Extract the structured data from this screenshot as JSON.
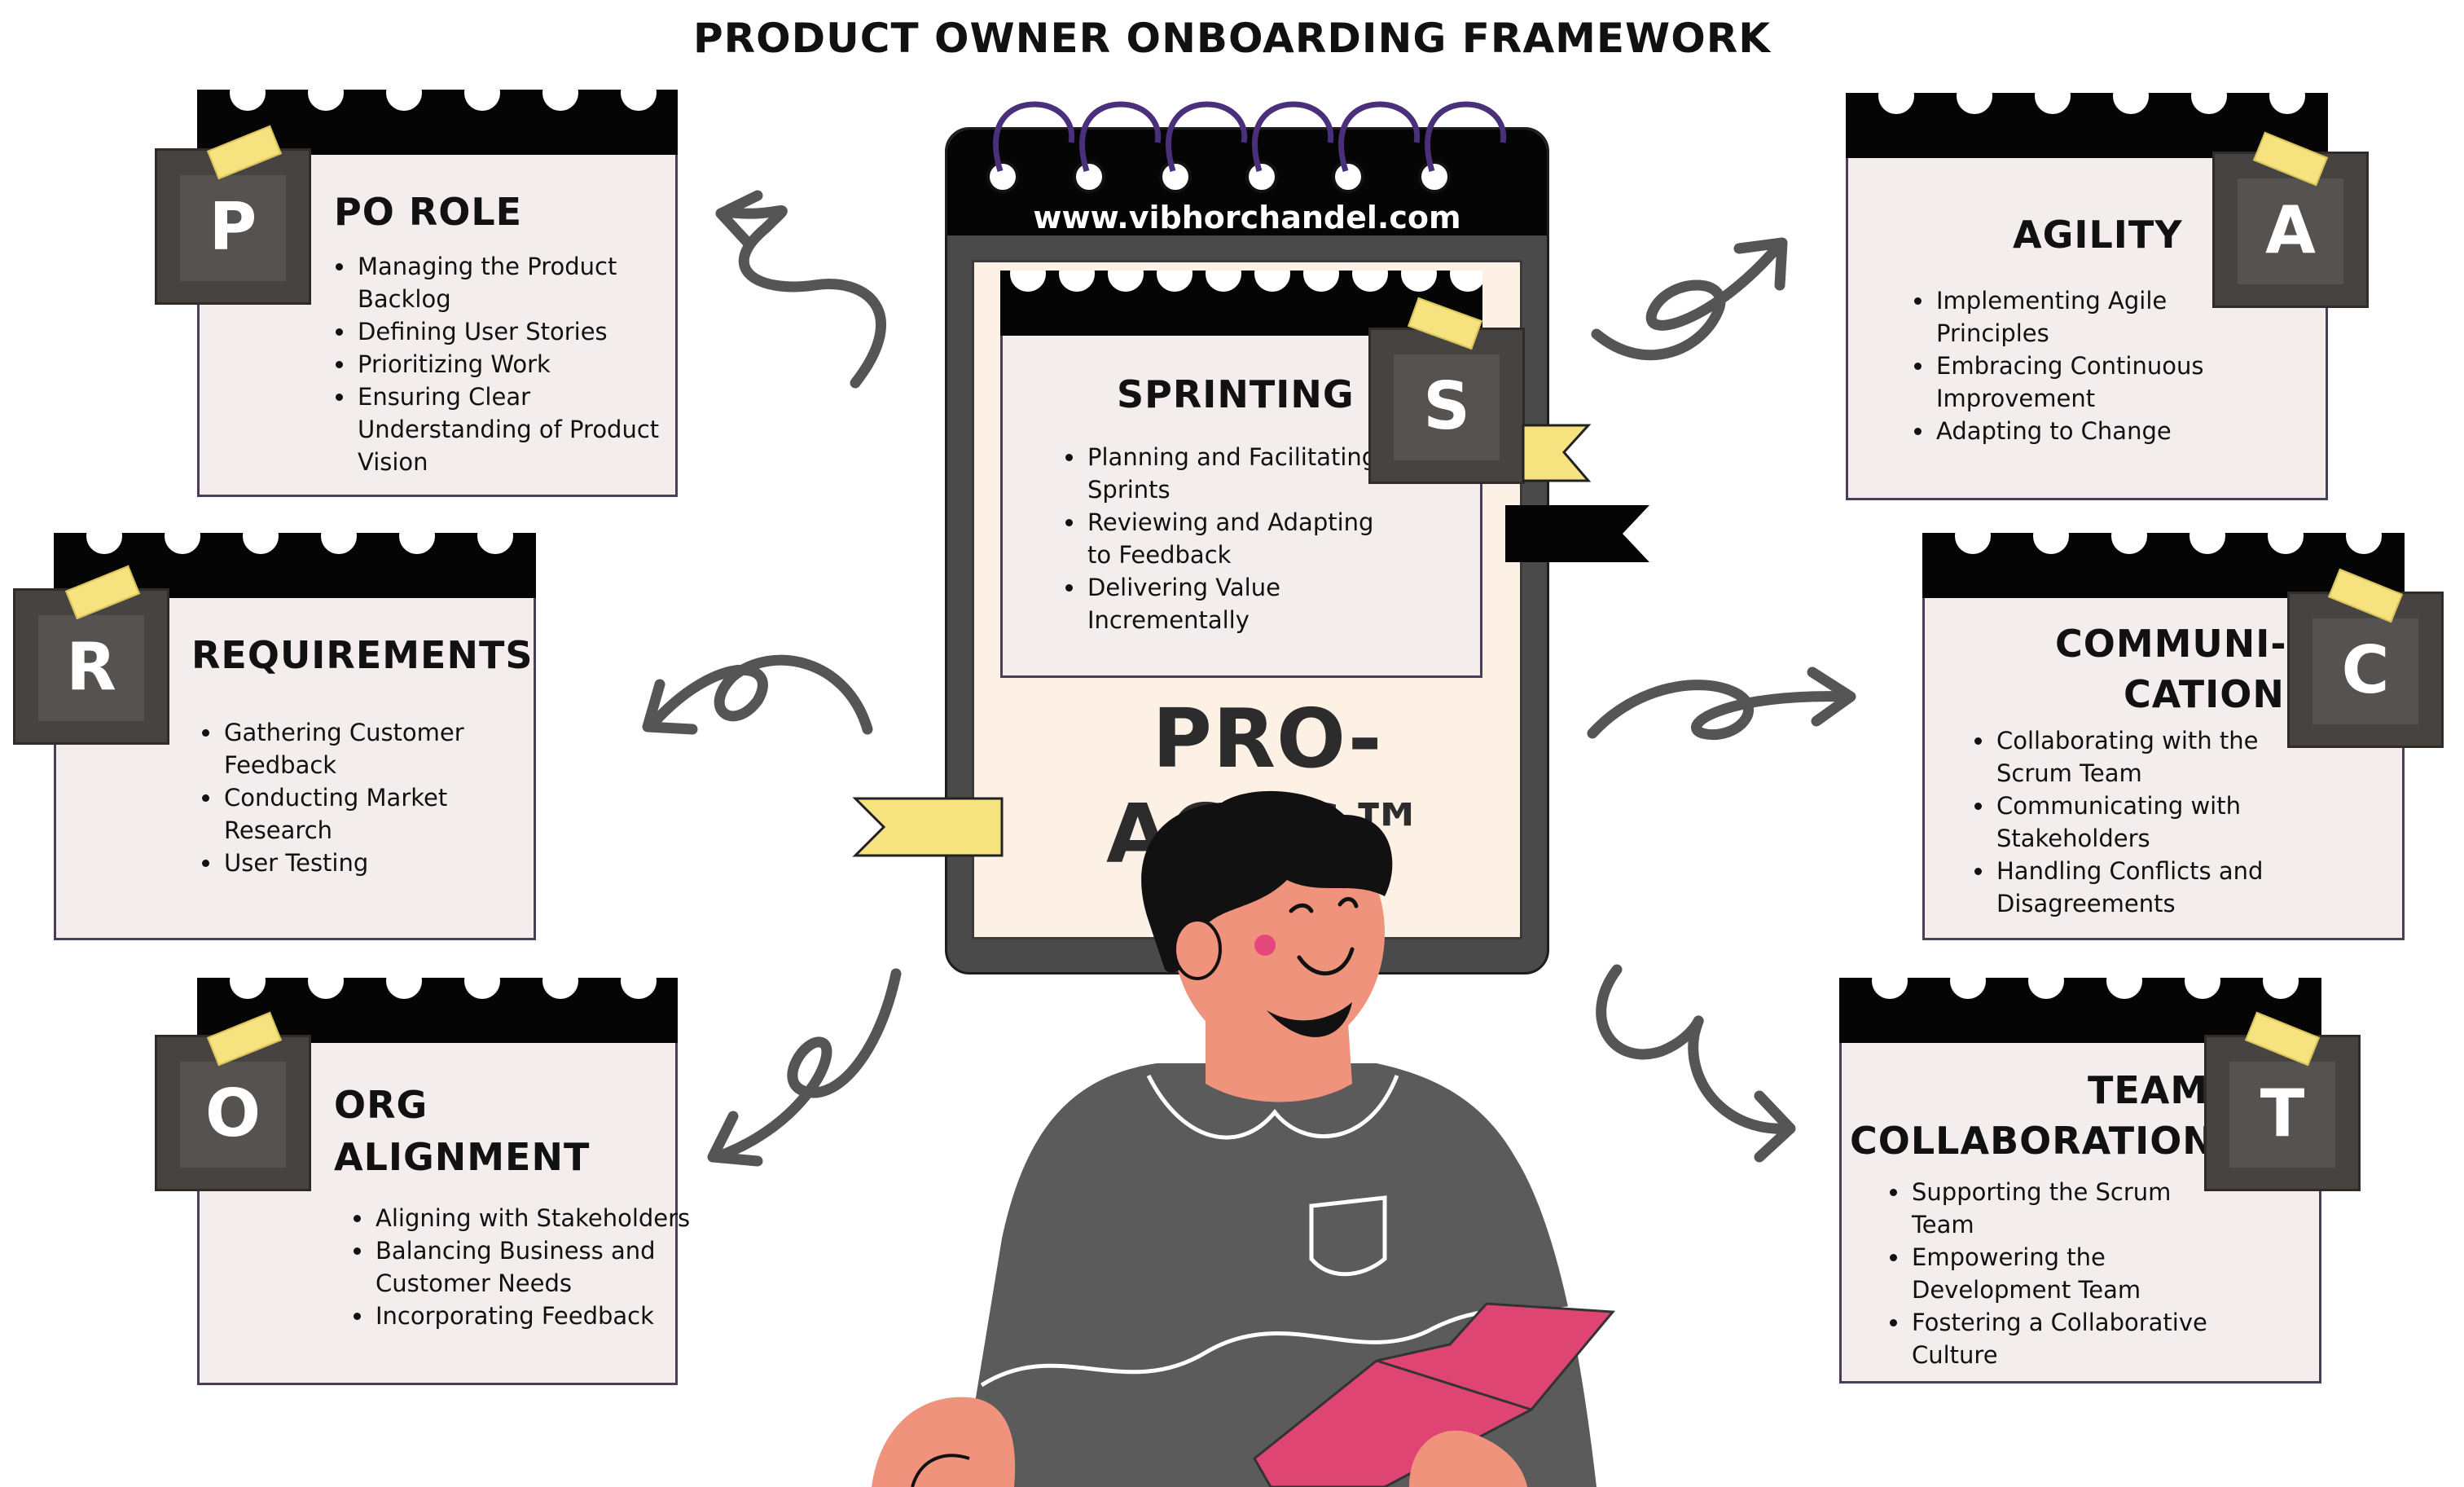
{
  "title": "PRODUCT OWNER ONBOARDING FRAMEWORK",
  "center": {
    "url": "www.vibhorchandel.com",
    "brand": "PRO-ACTS™",
    "card": {
      "letter": "S",
      "title": "SPRINTING",
      "items": [
        "Planning and Facilitating Sprints",
        "Reviewing and Adapting to Feedback",
        "Delivering Value Incrementally"
      ]
    }
  },
  "cards": {
    "p": {
      "letter": "P",
      "title": "PO ROLE",
      "items": [
        "Managing the Product Backlog",
        "Defining User Stories",
        "Prioritizing Work",
        "Ensuring Clear Understanding of Product Vision"
      ]
    },
    "r": {
      "letter": "R",
      "title": "REQUIREMENTS",
      "items": [
        "Gathering Customer Feedback",
        "Conducting Market Research",
        "User Testing"
      ]
    },
    "o": {
      "letter": "O",
      "title_lines": [
        "ORG",
        "ALIGNMENT"
      ],
      "items": [
        "Aligning with Stakeholders",
        "Balancing Business and Customer Needs",
        "Incorporating Feedback"
      ]
    },
    "a": {
      "letter": "A",
      "title": "AGILITY",
      "items": [
        "Implementing Agile Principles",
        "Embracing Continuous Improvement",
        "Adapting to Change"
      ]
    },
    "c": {
      "letter": "C",
      "title_lines": [
        "COMMUNI-",
        "CATION"
      ],
      "items": [
        "Collaborating with the Scrum Team",
        "Communicating with Stakeholders",
        "Handling Conflicts and Disagreements"
      ]
    },
    "t": {
      "letter": "T",
      "title_lines": [
        "TEAM",
        "COLLABORATION"
      ],
      "items": [
        "Supporting the Scrum Team",
        "Empowering the Development Team",
        "Fostering a Collaborative Culture"
      ]
    }
  },
  "colors": {
    "binder": "#050505",
    "card_bg": "#f3eeed",
    "letter_box": "#464341",
    "tape": "#f6e27f",
    "arrow": "#555555",
    "shirt": "#5b5b5b",
    "skin": "#f0937c",
    "folder": "#de4572"
  }
}
